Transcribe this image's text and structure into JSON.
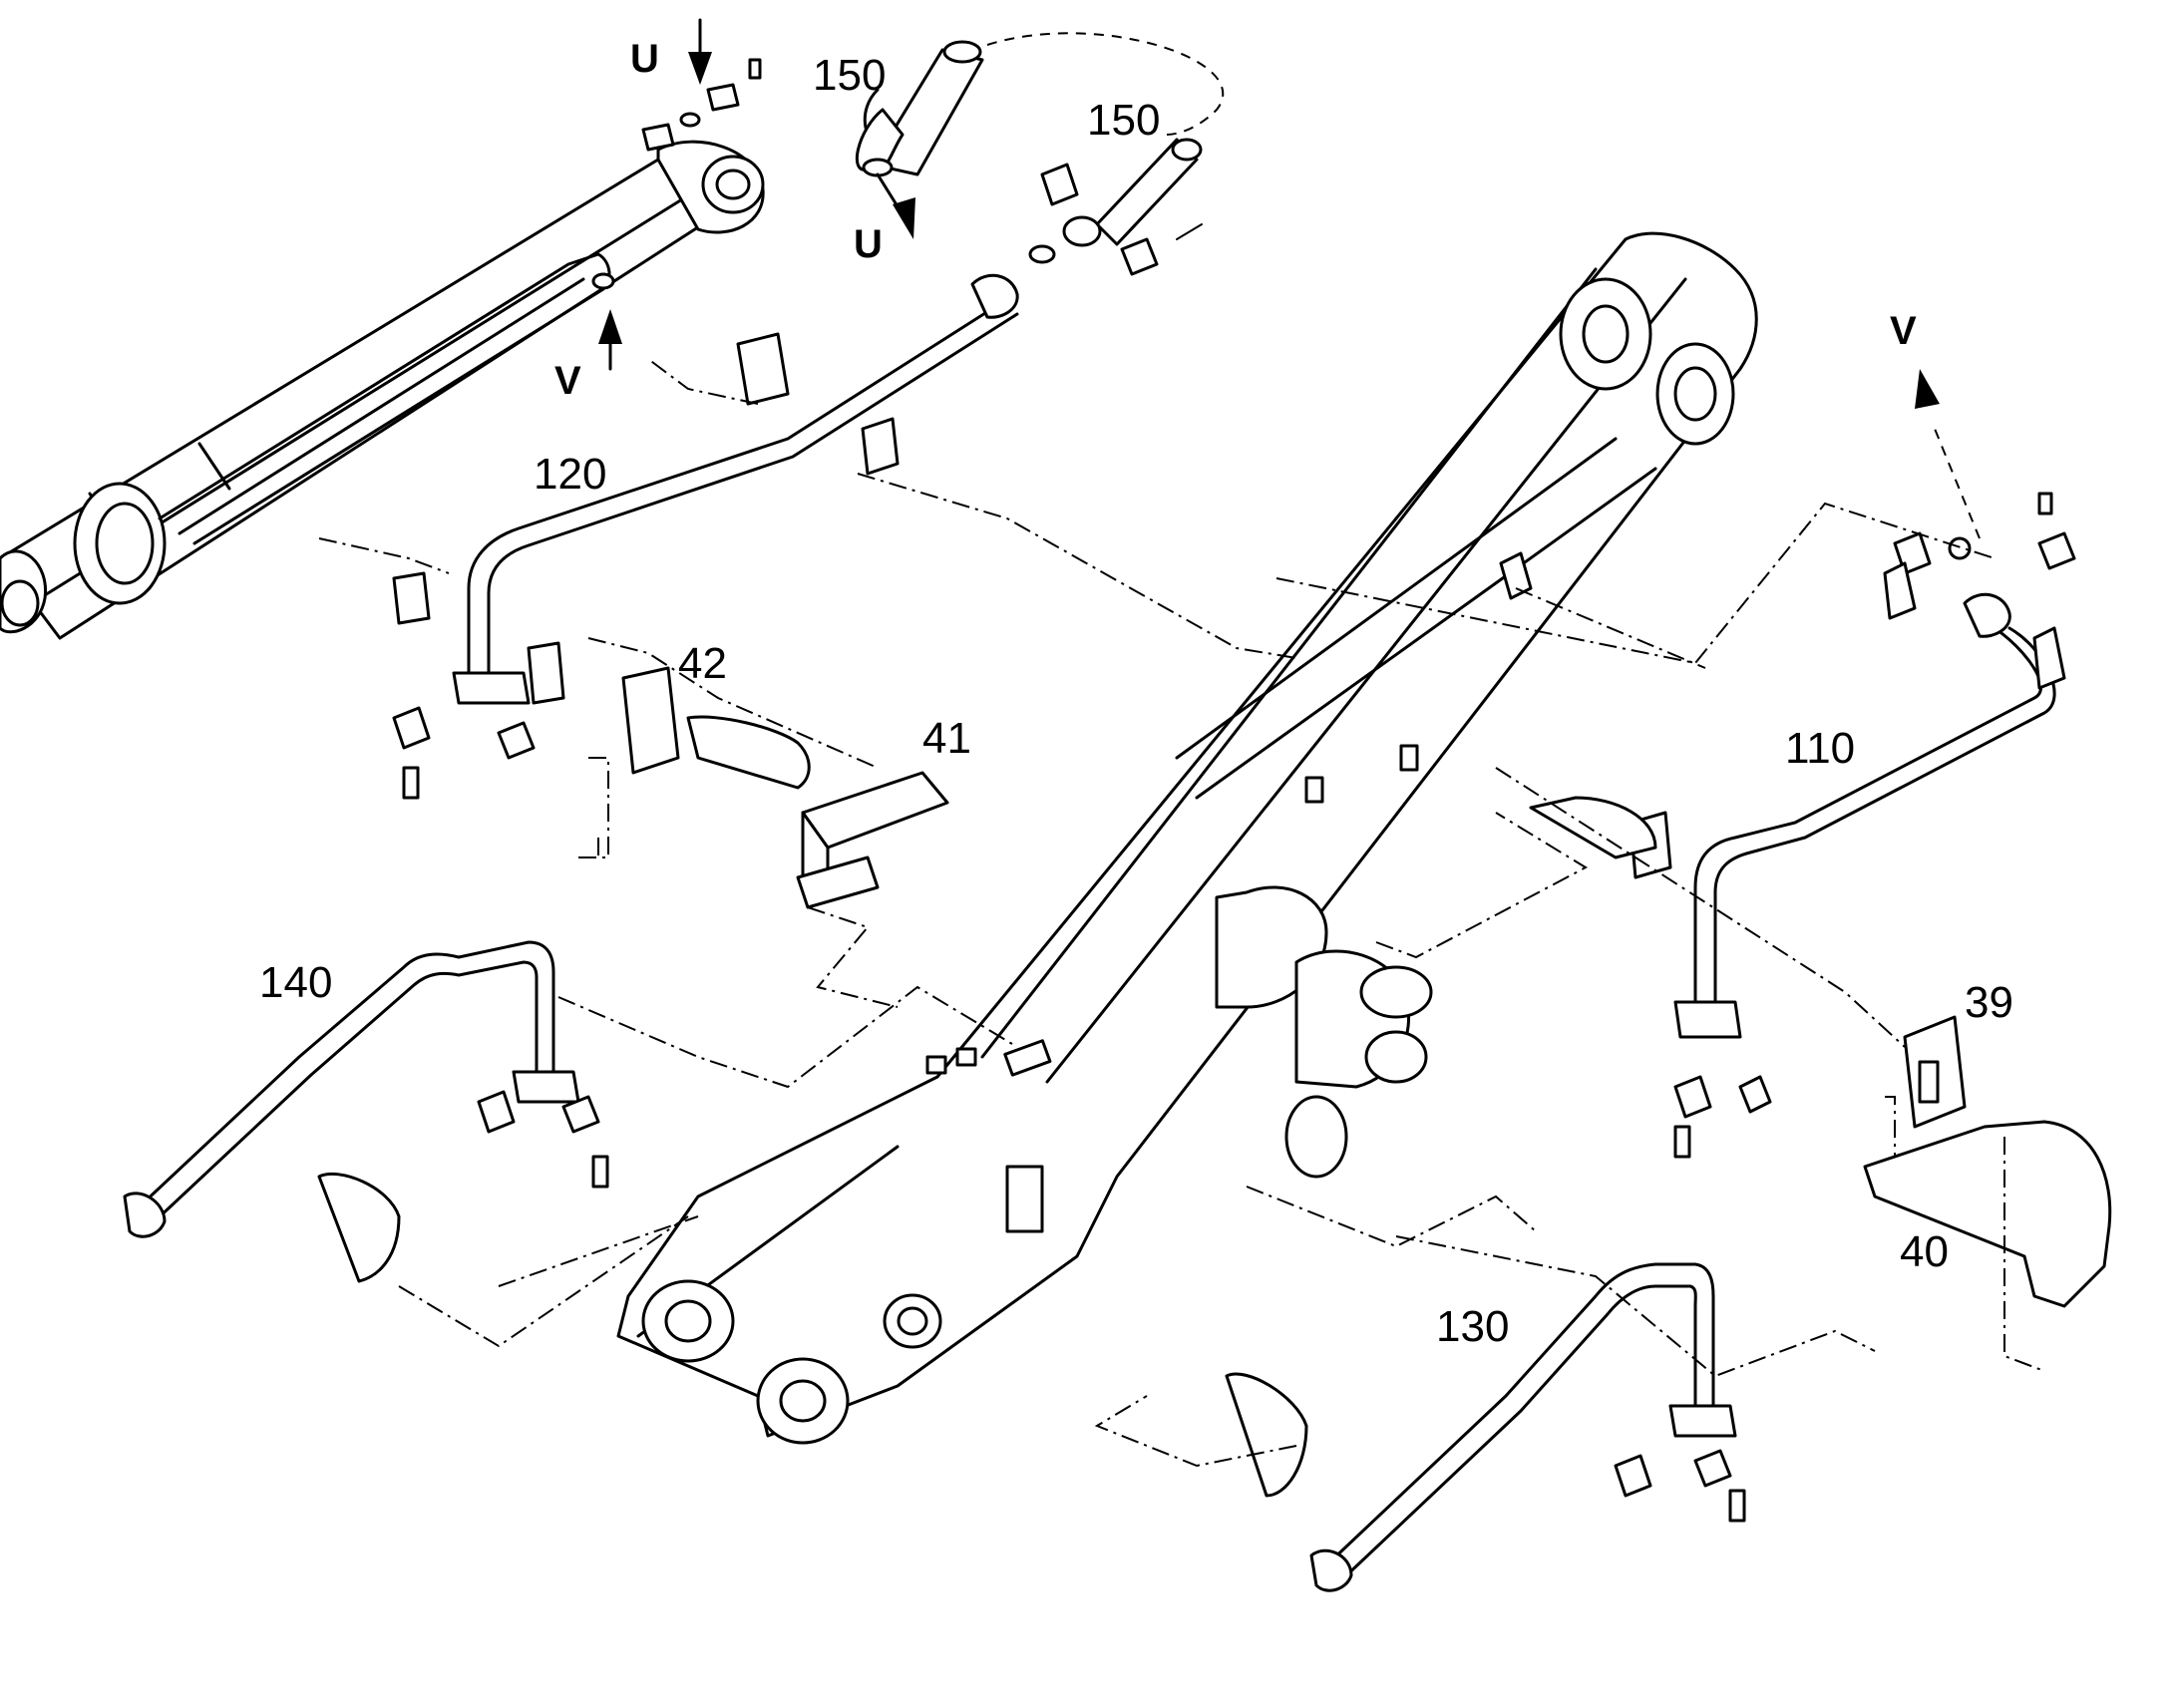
{
  "callouts": {
    "c150a": "150",
    "c150b": "150",
    "c120": "120",
    "c42": "42",
    "c41": "41",
    "c140": "140",
    "c110": "110",
    "c39": "39",
    "c40": "40",
    "c130": "130"
  },
  "directions": {
    "u1": "U",
    "u2": "U",
    "v1": "V",
    "v2": "V"
  }
}
